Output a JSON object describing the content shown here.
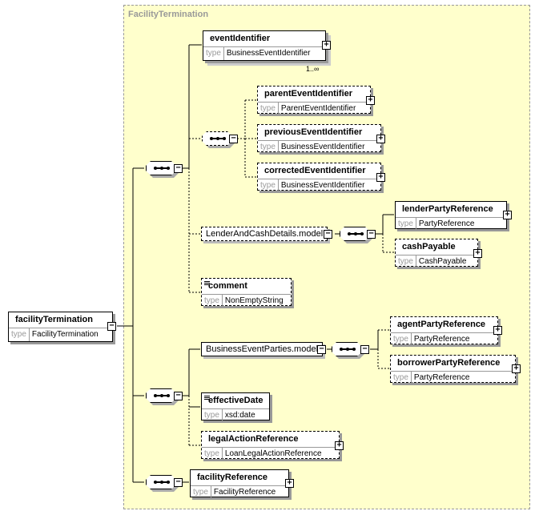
{
  "diagram": {
    "group_title": "FacilityTermination",
    "type_key": "type",
    "root": {
      "name": "facilityTermination",
      "type": "FacilityTermination"
    },
    "elements": {
      "eventIdentifier": {
        "name": "eventIdentifier",
        "type": "BusinessEventIdentifier",
        "cardinality": "1..∞"
      },
      "parentEventIdentifier": {
        "name": "parentEventIdentifier",
        "type": "ParentEventIdentifier"
      },
      "previousEventIdentifier": {
        "name": "previousEventIdentifier",
        "type": "BusinessEventIdentifier"
      },
      "correctedEventIdentifier": {
        "name": "correctedEventIdentifier",
        "type": "BusinessEventIdentifier"
      },
      "lenderPartyReference": {
        "name": "lenderPartyReference",
        "type": "PartyReference"
      },
      "cashPayable": {
        "name": "cashPayable",
        "type": "CashPayable"
      },
      "comment": {
        "name": "comment",
        "type": "NonEmptyString"
      },
      "agentPartyReference": {
        "name": "agentPartyReference",
        "type": "PartyReference"
      },
      "borrowerPartyReference": {
        "name": "borrowerPartyReference",
        "type": "PartyReference"
      },
      "effectiveDate": {
        "name": "effectiveDate",
        "type": "xsd:date"
      },
      "legalActionReference": {
        "name": "legalActionReference",
        "type": "LoanLegalActionReference"
      },
      "facilityReference": {
        "name": "facilityReference",
        "type": "FacilityReference"
      }
    },
    "groups": {
      "lender_model": "LenderAndCashDetails.model",
      "parties_model": "BusinessEventParties.model"
    },
    "expand_symbol": "+",
    "collapse_symbol": "−"
  }
}
